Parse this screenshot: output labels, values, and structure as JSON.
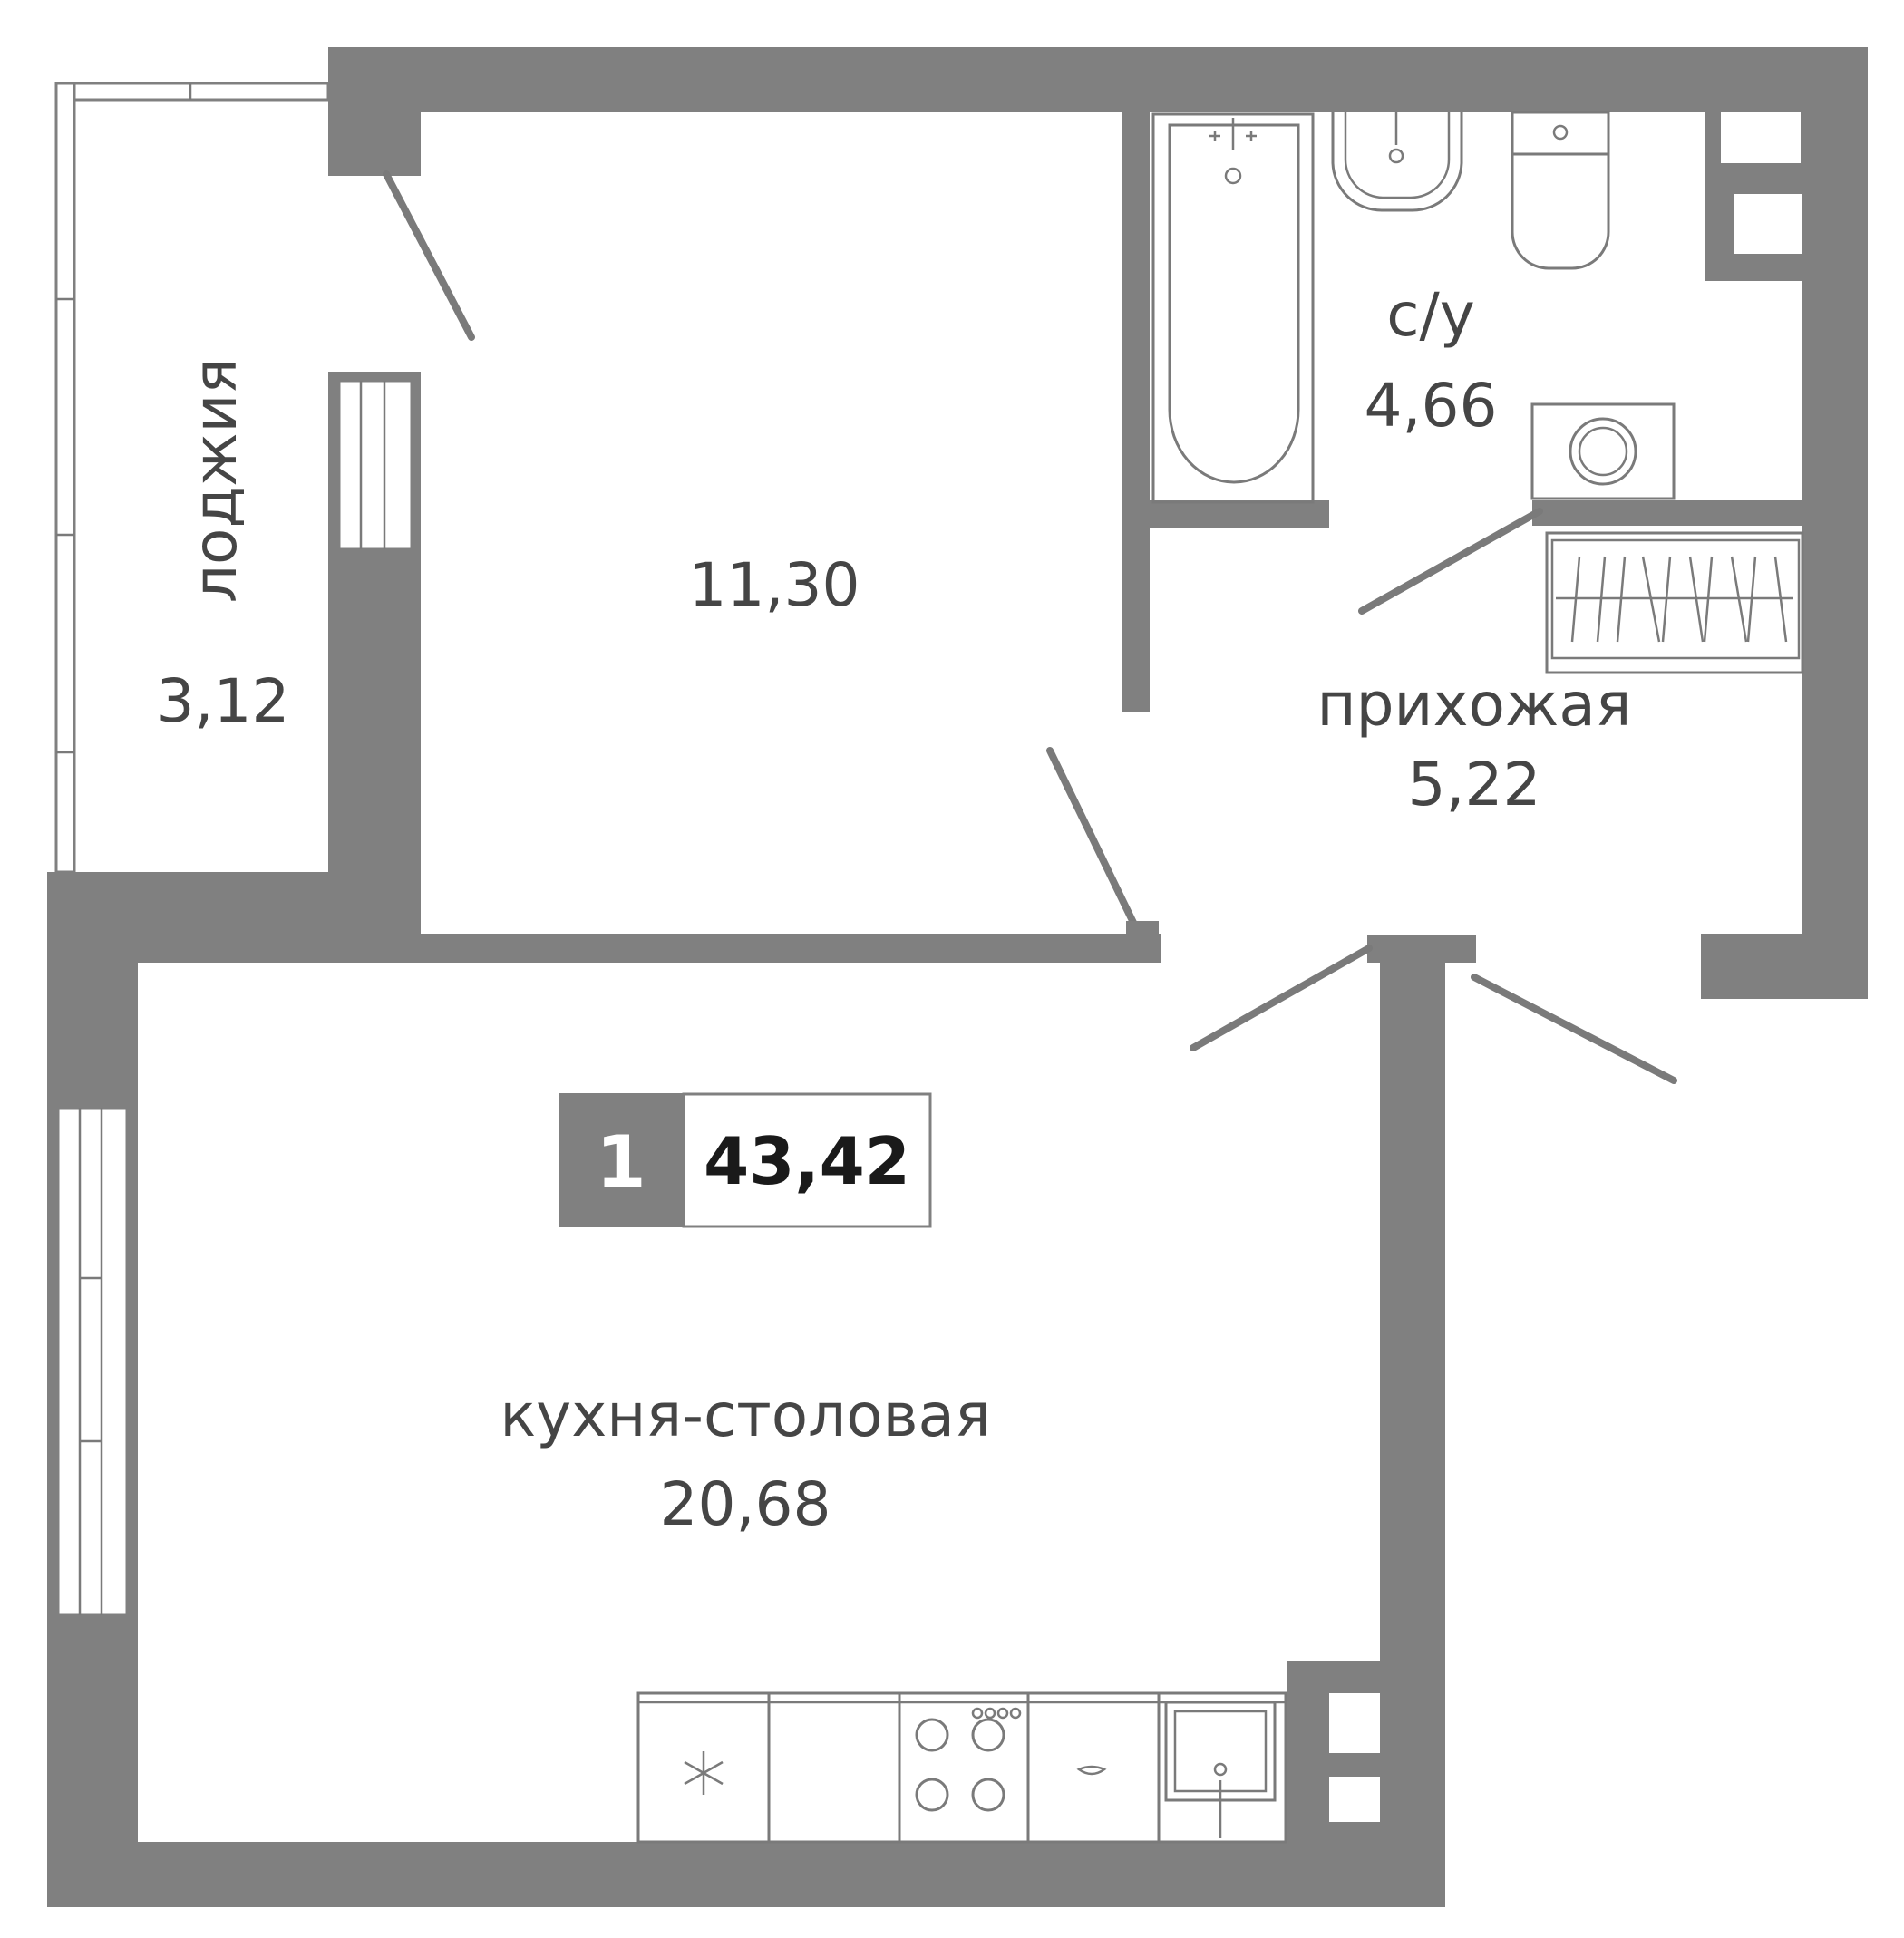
{
  "plan": {
    "rooms": [
      {
        "id": "loggia",
        "name": "лоджия",
        "area": "3,12"
      },
      {
        "id": "room",
        "name": "",
        "area": "11,30"
      },
      {
        "id": "bathroom",
        "name": "с/у",
        "area": "4,66"
      },
      {
        "id": "hallway",
        "name": "прихожая",
        "area": "5,22"
      },
      {
        "id": "kitchen",
        "name": "кухня-столовая",
        "area": "20,68"
      }
    ],
    "badge": {
      "rooms_count": "1",
      "total_area": "43,42"
    },
    "colors": {
      "wall": "#808080",
      "text": "#454545",
      "fixture": "#7a7a7a"
    }
  }
}
